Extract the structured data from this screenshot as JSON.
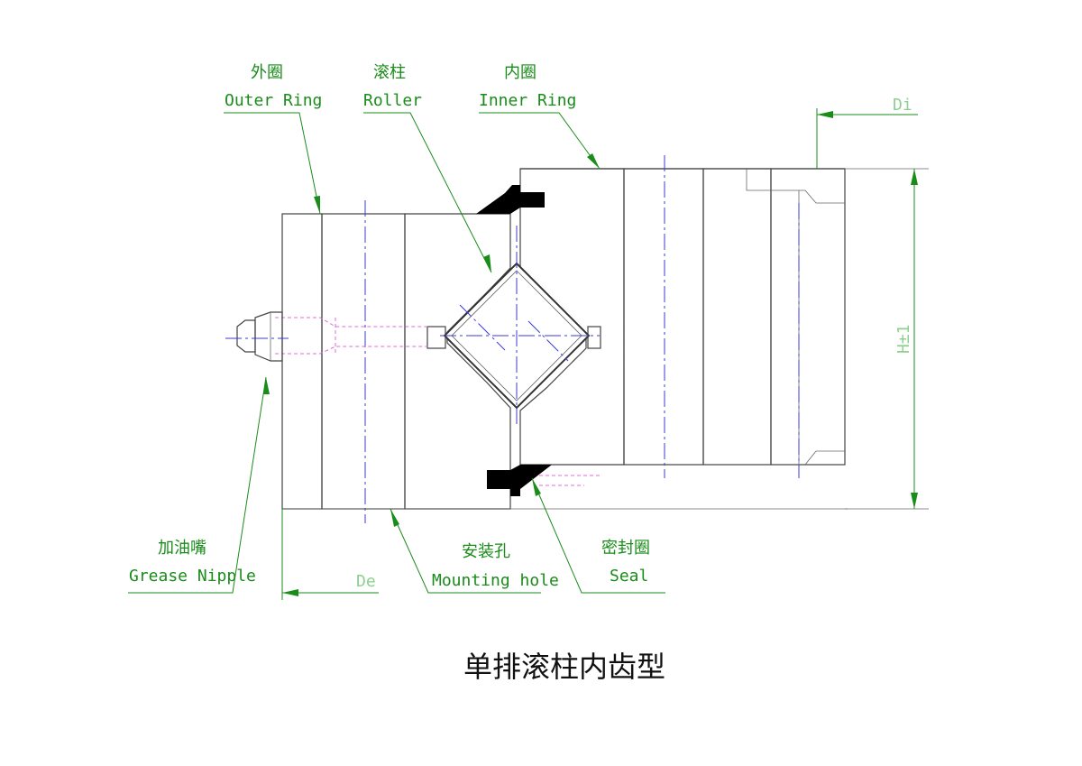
{
  "labels": {
    "outer_ring_cn": "外圈",
    "outer_ring_en": "Outer Ring",
    "roller_cn": "滚柱",
    "roller_en": "Roller",
    "inner_ring_cn": "内圈",
    "inner_ring_en": "Inner Ring",
    "grease_nipple_cn": "加油嘴",
    "grease_nipple_en": "Grease Nipple",
    "mounting_hole_cn": "安装孔",
    "mounting_hole_en": "Mounting hole",
    "seal_cn": "密封圈",
    "seal_en": "Seal"
  },
  "dimensions": {
    "di": "Di",
    "de": "De",
    "h": "H±1"
  },
  "title": "单排滚柱内齿型",
  "colors": {
    "label_green": "#1a8c1a",
    "dim_green": "#8fcf8f",
    "centerline_blue": "#3b3bd6",
    "hidden_pink": "#e06cd6"
  }
}
